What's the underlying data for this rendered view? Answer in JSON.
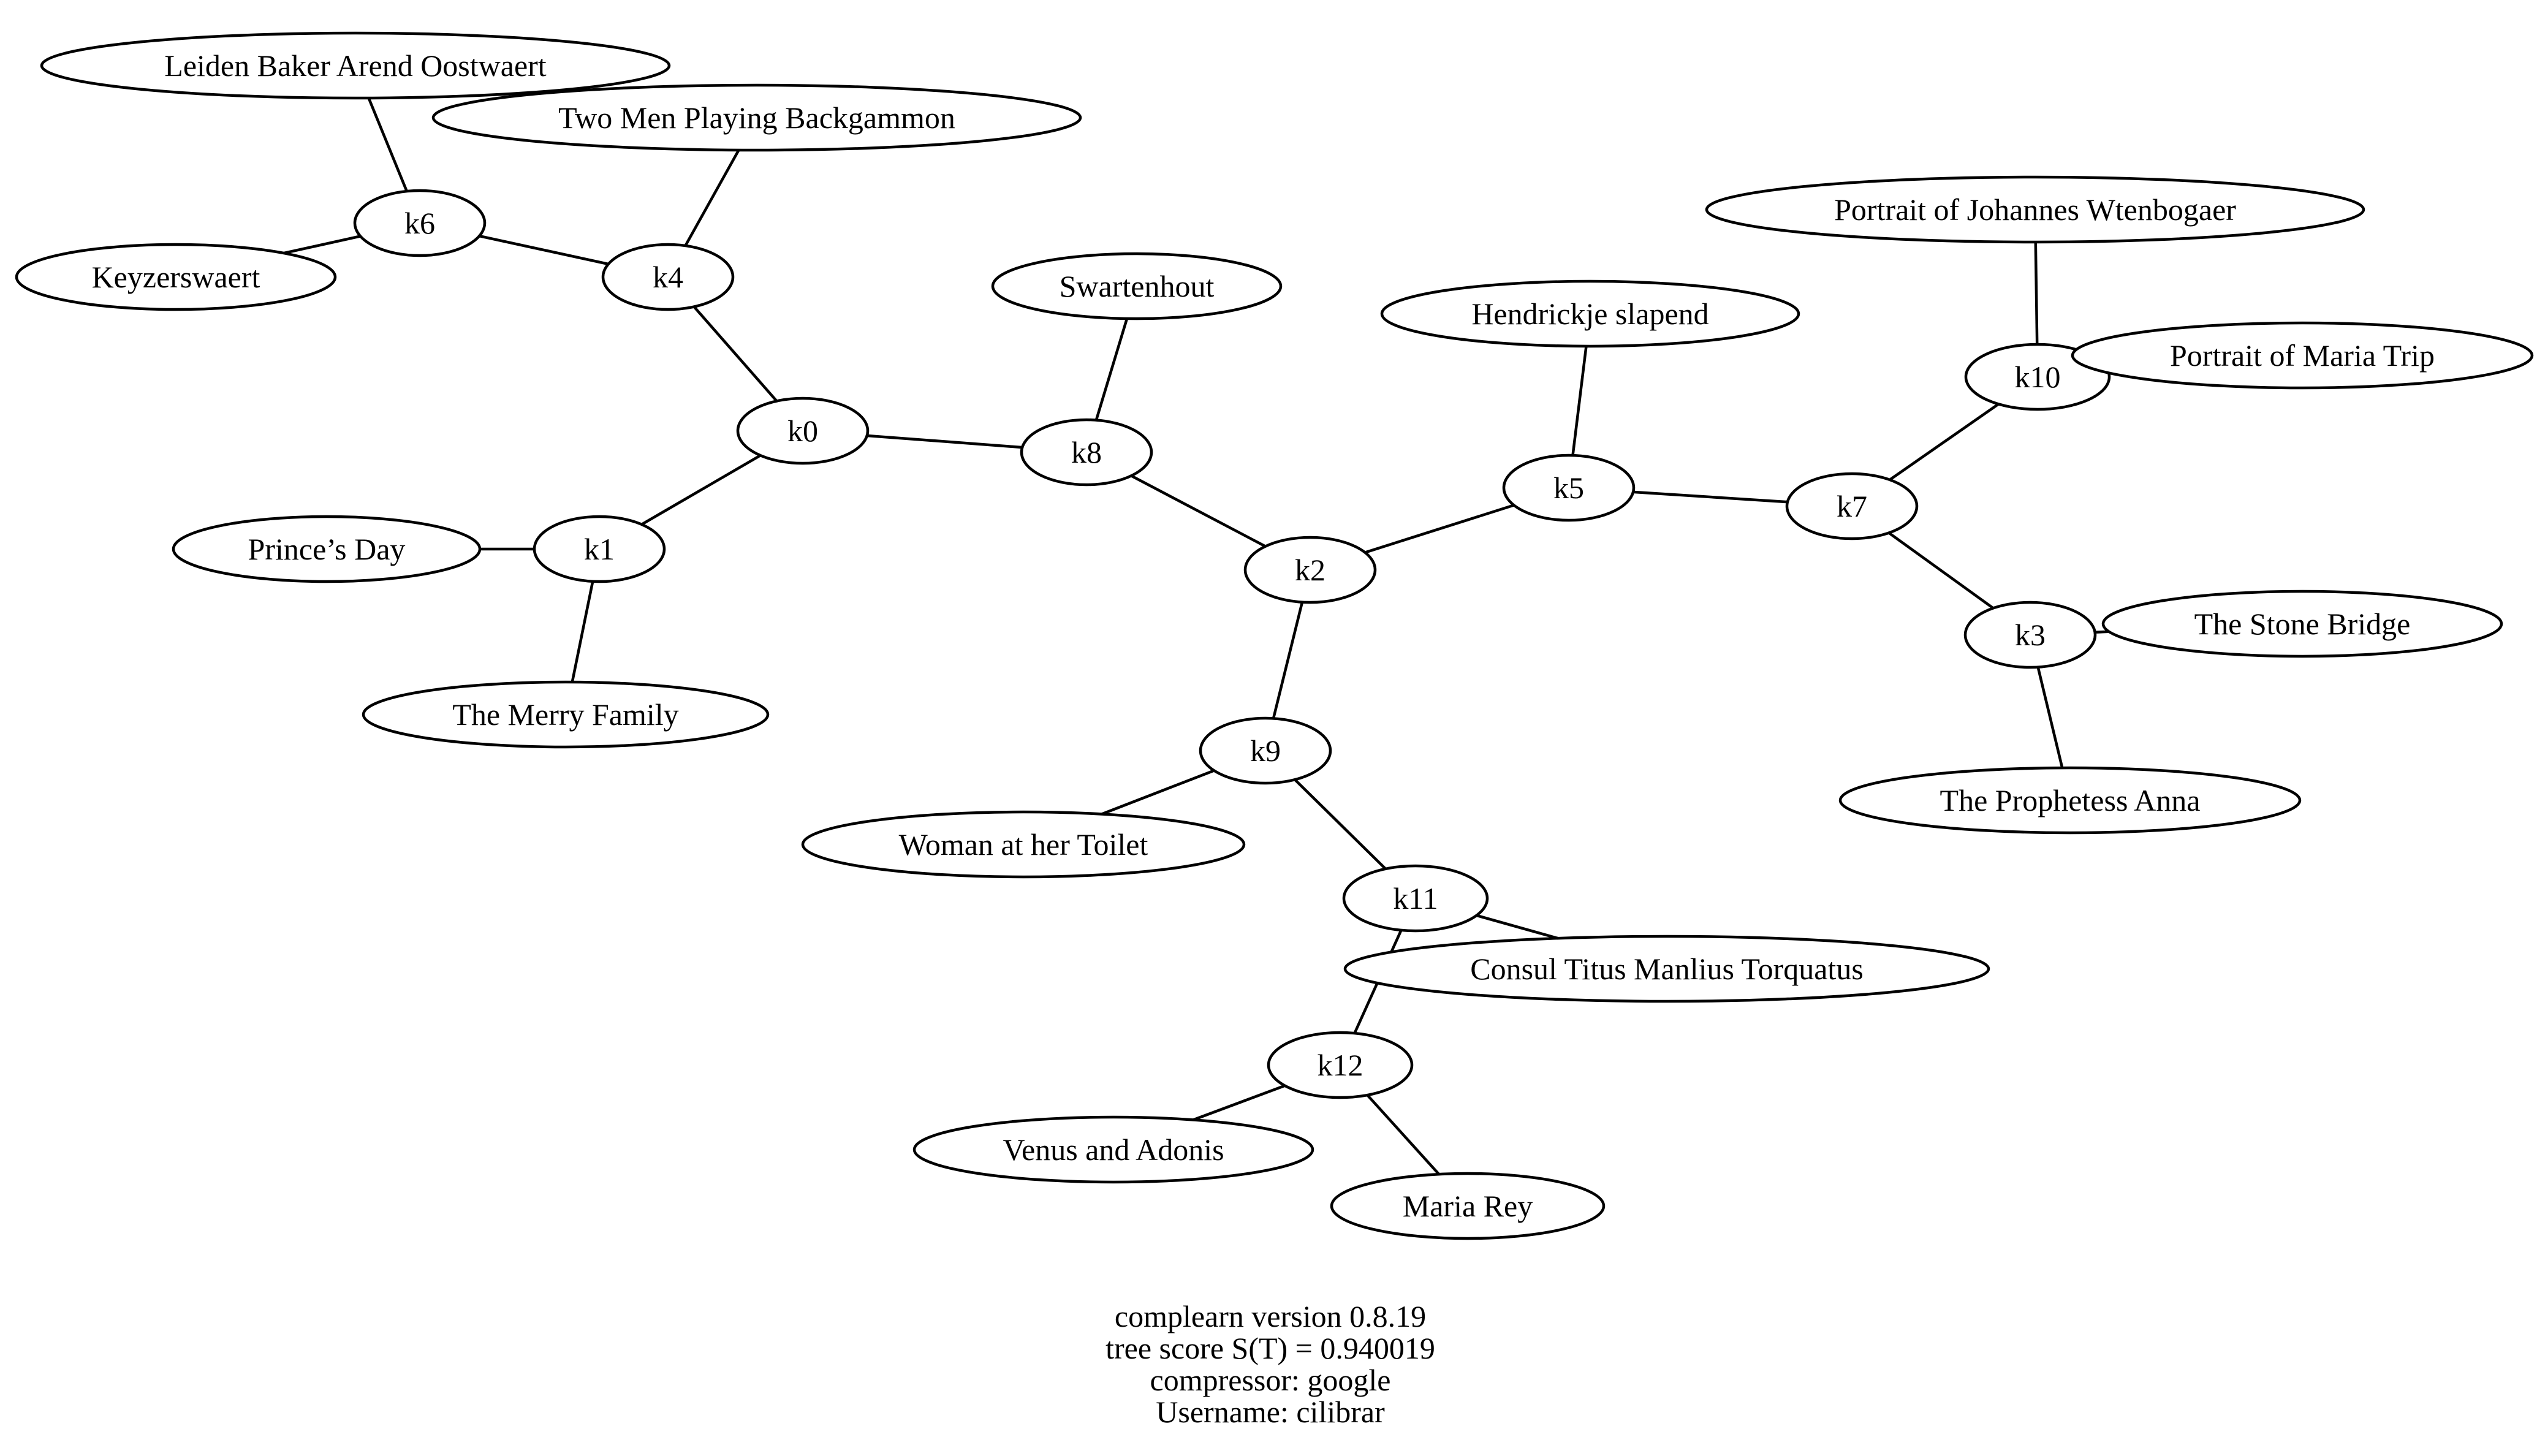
{
  "tree": {
    "internal_nodes": {
      "k0": "k0",
      "k1": "k1",
      "k2": "k2",
      "k3": "k3",
      "k4": "k4",
      "k5": "k5",
      "k6": "k6",
      "k7": "k7",
      "k8": "k8",
      "k9": "k9",
      "k10": "k10",
      "k11": "k11",
      "k12": "k12"
    },
    "leaves": {
      "leiden": "Leiden Baker Arend Oostwaert",
      "backgammon": "Two Men Playing Backgammon",
      "keyzerswaert": "Keyzerswaert",
      "swartenhout": "Swartenhout",
      "hendrickje": "Hendrickje slapend",
      "wtenbogaer": "Portrait of Johannes Wtenbogaer",
      "mariatrip": "Portrait of Maria Trip",
      "princesday": "Prince’s Day",
      "merryfamily": "The Merry Family",
      "stonebridge": "The Stone Bridge",
      "prophetess": "The Prophetess Anna",
      "toilet": "Woman at her Toilet",
      "consul": "Consul Titus Manlius Torquatus",
      "venus": "Venus and Adonis",
      "mariarey": "Maria Rey"
    },
    "edges": [
      [
        "k6",
        "leiden"
      ],
      [
        "k6",
        "keyzerswaert"
      ],
      [
        "k6",
        "k4"
      ],
      [
        "k4",
        "backgammon"
      ],
      [
        "k4",
        "k0"
      ],
      [
        "k0",
        "k8"
      ],
      [
        "k0",
        "k1"
      ],
      [
        "k1",
        "princesday"
      ],
      [
        "k1",
        "merryfamily"
      ],
      [
        "k8",
        "swartenhout"
      ],
      [
        "k8",
        "k2"
      ],
      [
        "k2",
        "k5"
      ],
      [
        "k2",
        "k9"
      ],
      [
        "k5",
        "hendrickje"
      ],
      [
        "k5",
        "k7"
      ],
      [
        "k7",
        "k10"
      ],
      [
        "k7",
        "k3"
      ],
      [
        "k10",
        "wtenbogaer"
      ],
      [
        "k10",
        "mariatrip"
      ],
      [
        "k3",
        "stonebridge"
      ],
      [
        "k3",
        "prophetess"
      ],
      [
        "k9",
        "toilet"
      ],
      [
        "k9",
        "k11"
      ],
      [
        "k11",
        "consul"
      ],
      [
        "k11",
        "k12"
      ],
      [
        "k12",
        "venus"
      ],
      [
        "k12",
        "mariarey"
      ]
    ]
  },
  "footer": {
    "version": "complearn version 0.8.19",
    "score": "tree score S(T) = 0.940019",
    "compressor": "compressor: google",
    "username": "Username: cilibrar"
  }
}
